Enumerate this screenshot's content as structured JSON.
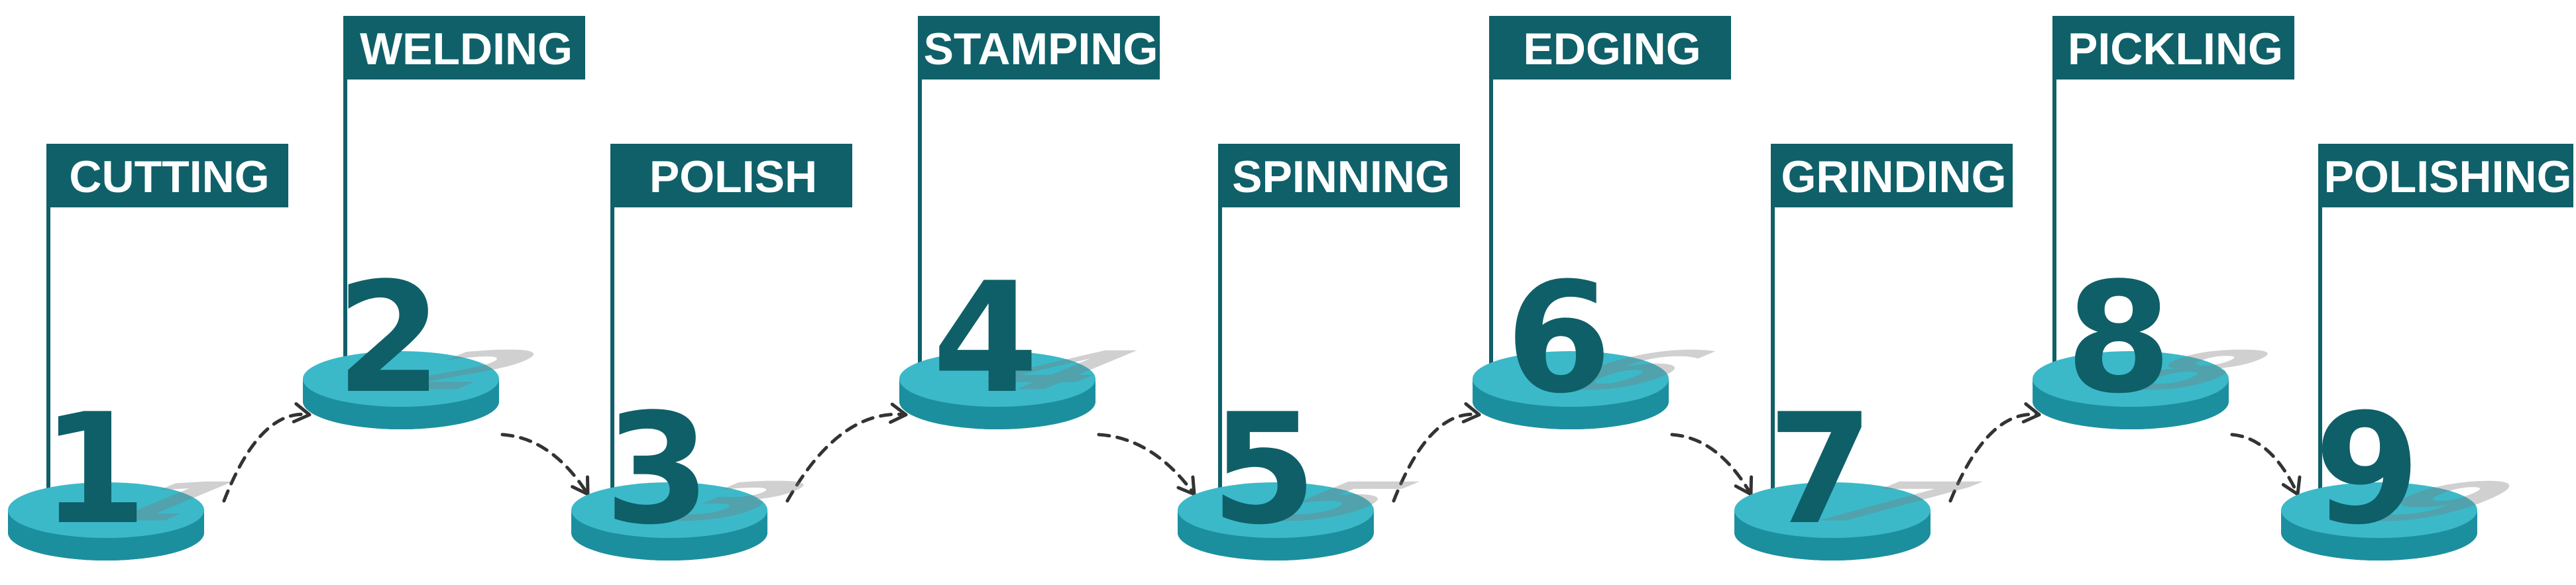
{
  "colors": {
    "flag": "#0f6069",
    "pole": "#0f6069",
    "number": "#0f5f68",
    "disc_top": "#3bb9c9",
    "disc_side": "#1c8f9e",
    "arrow": "#333333"
  },
  "steps": [
    {
      "number": "1",
      "label": "CUTTING"
    },
    {
      "number": "2",
      "label": "WELDING"
    },
    {
      "number": "3",
      "label": "POLISH"
    },
    {
      "number": "4",
      "label": "STAMPING"
    },
    {
      "number": "5",
      "label": "SPINNING"
    },
    {
      "number": "6",
      "label": "EDGING"
    },
    {
      "number": "7",
      "label": "GRINDING"
    },
    {
      "number": "8",
      "label": "PICKLING"
    },
    {
      "number": "9",
      "label": "POLISHING"
    }
  ]
}
